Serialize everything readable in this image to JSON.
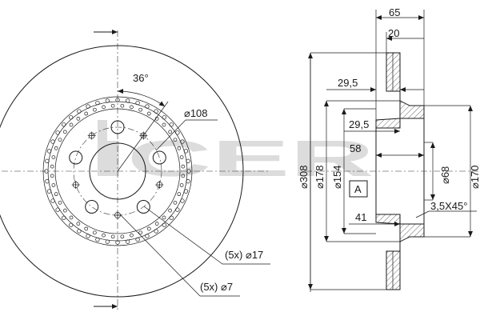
{
  "watermark": {
    "brand": "ICER"
  },
  "front_view": {
    "angle_label": "36°",
    "pcd_label": "⌀108",
    "bolt_hole_label": "(5x) ⌀17",
    "small_hole_label": "(5x) ⌀7"
  },
  "section_view": {
    "total_width_label": "65",
    "disc_thickness_label": "20",
    "offset_outer_label": "29,5",
    "offset_inner_label": "29,5",
    "hat_depth_label": "58",
    "face_label": "41",
    "chamfer_label": "3,5X45°",
    "reference_label": "A",
    "outer_diameter_label": "⌀308",
    "diameter_178_label": "⌀178",
    "diameter_154_label": "⌀154",
    "center_bore_label": "⌀68",
    "hub_diameter_label": "⌀170"
  },
  "colors": {
    "line": "#1a1a1a",
    "hatch": "#444444",
    "watermark": "#dcdcdc"
  }
}
